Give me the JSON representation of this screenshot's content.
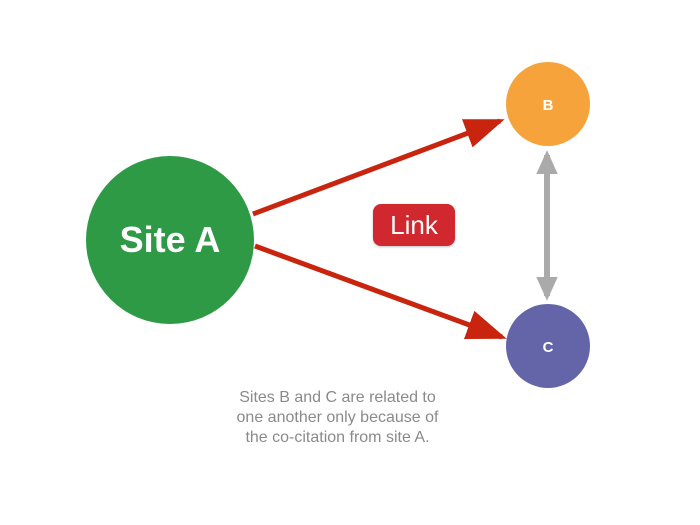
{
  "nodes": {
    "site_a": {
      "label": "Site A",
      "color": "#2f9a46"
    },
    "site_b": {
      "label": "B",
      "color": "#f5a33a"
    },
    "site_c": {
      "label": "C",
      "color": "#6464a8"
    }
  },
  "badge": {
    "label": "Link",
    "color": "#d0282e"
  },
  "caption": {
    "lines": [
      "Sites B and C are related to",
      "one another only because of",
      "the co-citation from site A."
    ]
  },
  "colors": {
    "link_arrow": "#c8240e",
    "relation_arrow": "#a9aaa9",
    "caption_text": "#8a8a8a"
  }
}
